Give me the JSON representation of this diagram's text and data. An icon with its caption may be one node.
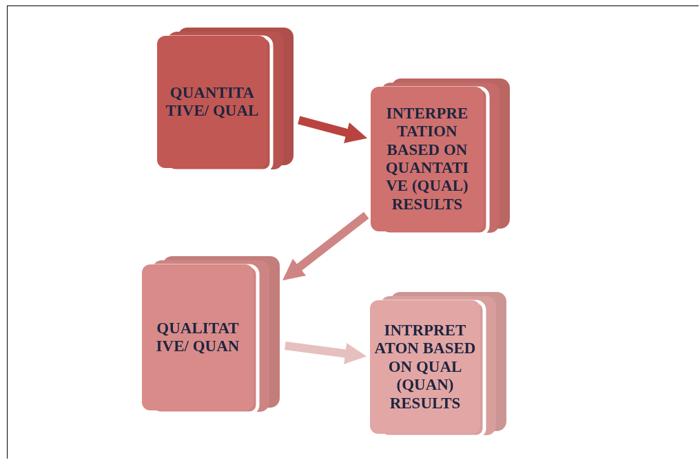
{
  "diagram": {
    "nodes": [
      {
        "text": [
          "QUANTITA TIVE/ QUAL"
        ]
      },
      {
        "text": [
          "INTERPRE TATION BASED ON QUANTATI VE (QUAL) RESULTS"
        ]
      },
      {
        "text": [
          "QUALITAT IVE/ QUAN"
        ]
      },
      {
        "text": [
          "INTRPRET ATON BASED ON QUAL (QUAN) RESULTS"
        ]
      }
    ],
    "edges": [
      {
        "from": 0,
        "to": 1,
        "arrow": "to",
        "color": "#b9443f"
      },
      {
        "from": 1,
        "to": 2,
        "arrow": "to",
        "color": "#cf8583"
      },
      {
        "from": 2,
        "to": 3,
        "arrow": "to",
        "color": "#e6c0bf"
      }
    ]
  }
}
